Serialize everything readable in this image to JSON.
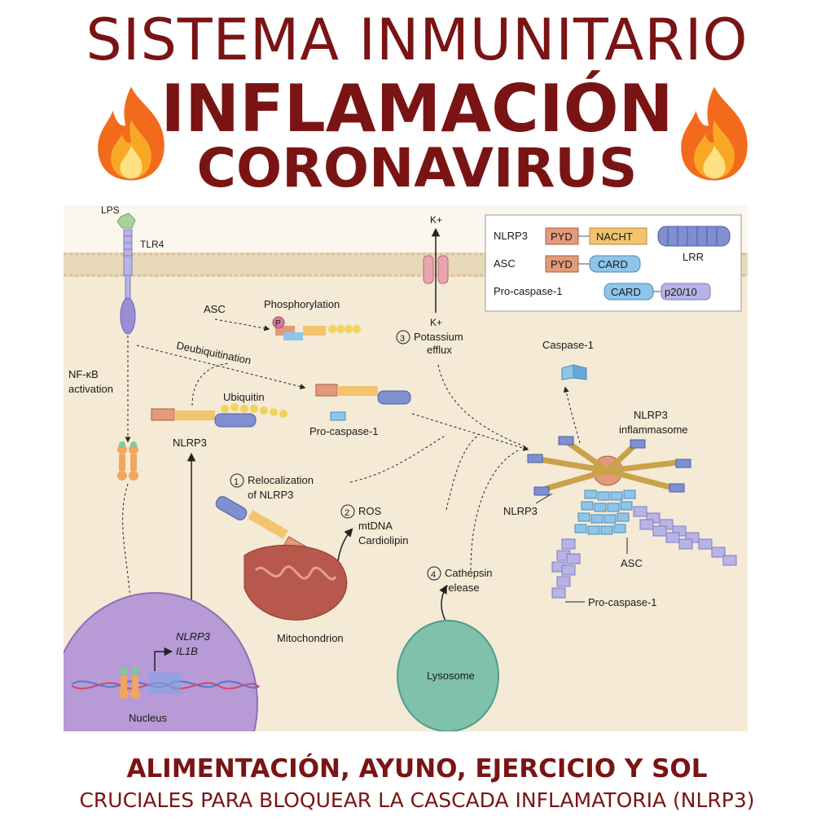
{
  "header": {
    "line1": "SISTEMA INMUNITARIO",
    "line2": "INFLAMACIÓN",
    "line3": "CORONAVIRUS"
  },
  "icons": {
    "left": "fire-icon",
    "right": "fire-icon"
  },
  "legend": {
    "row1_label": "NLRP3",
    "pyd": "PYD",
    "nacht": "NACHT",
    "lrr": "LRR",
    "row2_label": "ASC",
    "card": "CARD",
    "row3_label": "Pro-caspase-1",
    "p20": "p20/10"
  },
  "diagram": {
    "lps": "LPS",
    "tlr4": "TLR4",
    "k_out": "K+",
    "k_in": "K+",
    "asc": "ASC",
    "phosphorylation": "Phosphorylation",
    "p_mark": "P",
    "potassium_num": "3",
    "potassium_1": "Potassium",
    "potassium_2": "efflux",
    "deubiquitination": "Deubiquitination",
    "nfkb_1": "NF-κB",
    "nfkb_2": "activation",
    "ubiquitin": "Ubiquitin",
    "nlrp3_a": "NLRP3",
    "procaspase_a": "Pro-caspase-1",
    "caspase1": "Caspase-1",
    "inflammasome_1": "NLRP3",
    "inflammasome_2": "inflammasome",
    "reloc_num": "1",
    "reloc_1": "Relocalization",
    "reloc_2": "of NLRP3",
    "ros_num": "2",
    "ros_1": "ROS",
    "ros_2": "mtDNA",
    "ros_3": "Cardiolipin",
    "nlrp3_b": "NLRP3",
    "cathepsin_num": "4",
    "cathepsin_1": "Cathepsin",
    "cathepsin_2": "release",
    "asc_b": "ASC",
    "procaspase_b": "Pro-caspase-1",
    "mitochondrion": "Mitochondrion",
    "gene_1": "NLRP3",
    "gene_2": "IL1B",
    "nucleus": "Nucleus",
    "lysosome": "Lysosome"
  },
  "footer": {
    "line1": "ALIMENTACIÓN, AYUNO, EJERCICIO Y SOL",
    "line2": "CRUCIALES PARA BLOQUEAR LA CASCADA INFLAMATORIA (NLRP3)"
  },
  "colors": {
    "title": "#7a1414",
    "background_cell": "#f4ead6",
    "membrane": "#e8d9b8",
    "pyd": "#e39a7a",
    "nacht": "#f2c46e",
    "lrr": "#7f8fd0",
    "card": "#8fc5ea",
    "p20": "#b7b3e6",
    "nucleus": "#b79ad6",
    "mitochondrion": "#b8574c",
    "lysosome": "#7fc1ad"
  }
}
